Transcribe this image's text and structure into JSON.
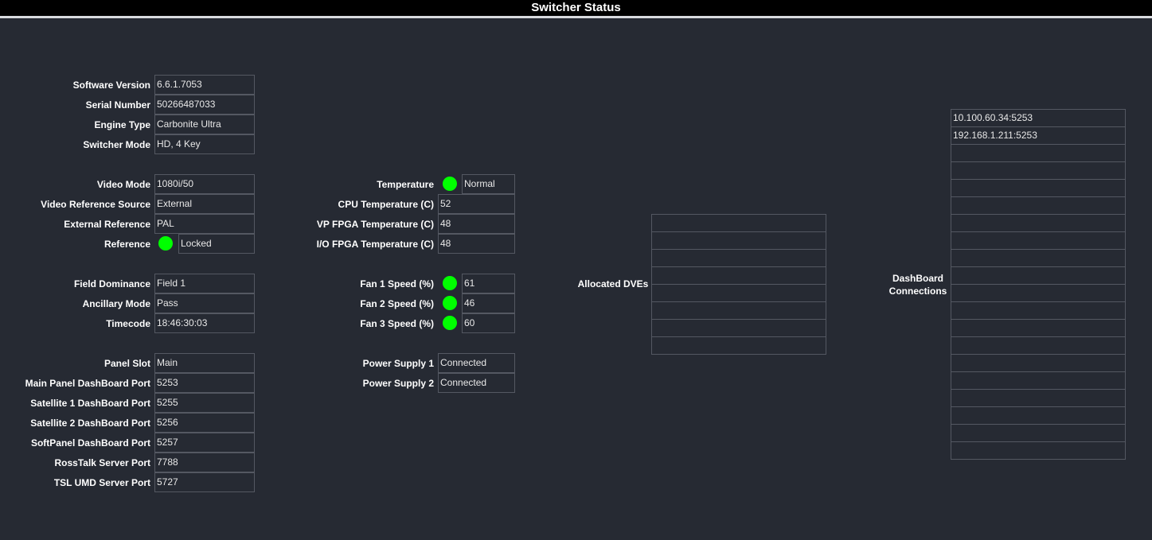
{
  "title": "Switcher Status",
  "colors": {
    "background": "#262a33",
    "status_green": "#00ff00",
    "border": "#545862"
  },
  "system": [
    {
      "label": "Software Version",
      "value": "6.6.1.7053"
    },
    {
      "label": "Serial Number",
      "value": "50266487033"
    },
    {
      "label": "Engine Type",
      "value": "Carbonite Ultra"
    },
    {
      "label": "Switcher Mode",
      "value": "HD, 4 Key"
    }
  ],
  "video": [
    {
      "label": "Video Mode",
      "value": "1080i/50"
    },
    {
      "label": "Video Reference Source",
      "value": "External"
    },
    {
      "label": "External Reference",
      "value": "PAL"
    },
    {
      "label": "Reference",
      "value": "Locked",
      "indicator": "green"
    }
  ],
  "timing": [
    {
      "label": "Field Dominance",
      "value": "Field 1"
    },
    {
      "label": "Ancillary Mode",
      "value": "Pass"
    },
    {
      "label": "Timecode",
      "value": " 18:46:30:03"
    }
  ],
  "ports": [
    {
      "label": "Panel Slot",
      "value": "Main"
    },
    {
      "label": "Main Panel DashBoard Port",
      "value": "5253"
    },
    {
      "label": "Satellite 1 DashBoard Port",
      "value": "5255"
    },
    {
      "label": "Satellite 2 DashBoard Port",
      "value": "5256"
    },
    {
      "label": "SoftPanel DashBoard Port",
      "value": "5257"
    },
    {
      "label": "RossTalk Server Port",
      "value": "7788"
    },
    {
      "label": "TSL UMD Server Port",
      "value": "5727"
    }
  ],
  "temperatures": [
    {
      "label": "Temperature",
      "value": "Normal",
      "indicator": "green"
    },
    {
      "label": "CPU Temperature (C)",
      "value": "52"
    },
    {
      "label": "VP FPGA Temperature (C)",
      "value": "48"
    },
    {
      "label": "I/O FPGA Temperature (C)",
      "value": "48"
    }
  ],
  "fans": [
    {
      "label": "Fan 1 Speed (%)",
      "value": "61",
      "indicator": "green"
    },
    {
      "label": "Fan 2 Speed (%)",
      "value": "46",
      "indicator": "green"
    },
    {
      "label": "Fan 3 Speed (%)",
      "value": "60",
      "indicator": "green"
    }
  ],
  "power": [
    {
      "label": "Power Supply 1",
      "value": "Connected"
    },
    {
      "label": "Power Supply 2",
      "value": "Connected"
    }
  ],
  "allocated_dves": {
    "label": "Allocated DVEs",
    "items": [
      "",
      "",
      "",
      "",
      "",
      "",
      "",
      ""
    ]
  },
  "dashboard_connections": {
    "label_line1": "DashBoard",
    "label_line2": "Connections",
    "items": [
      "10.100.60.34:5253",
      "192.168.1.211:5253",
      "",
      "",
      "",
      "",
      "",
      "",
      "",
      "",
      "",
      "",
      "",
      "",
      "",
      "",
      "",
      "",
      "",
      ""
    ]
  }
}
